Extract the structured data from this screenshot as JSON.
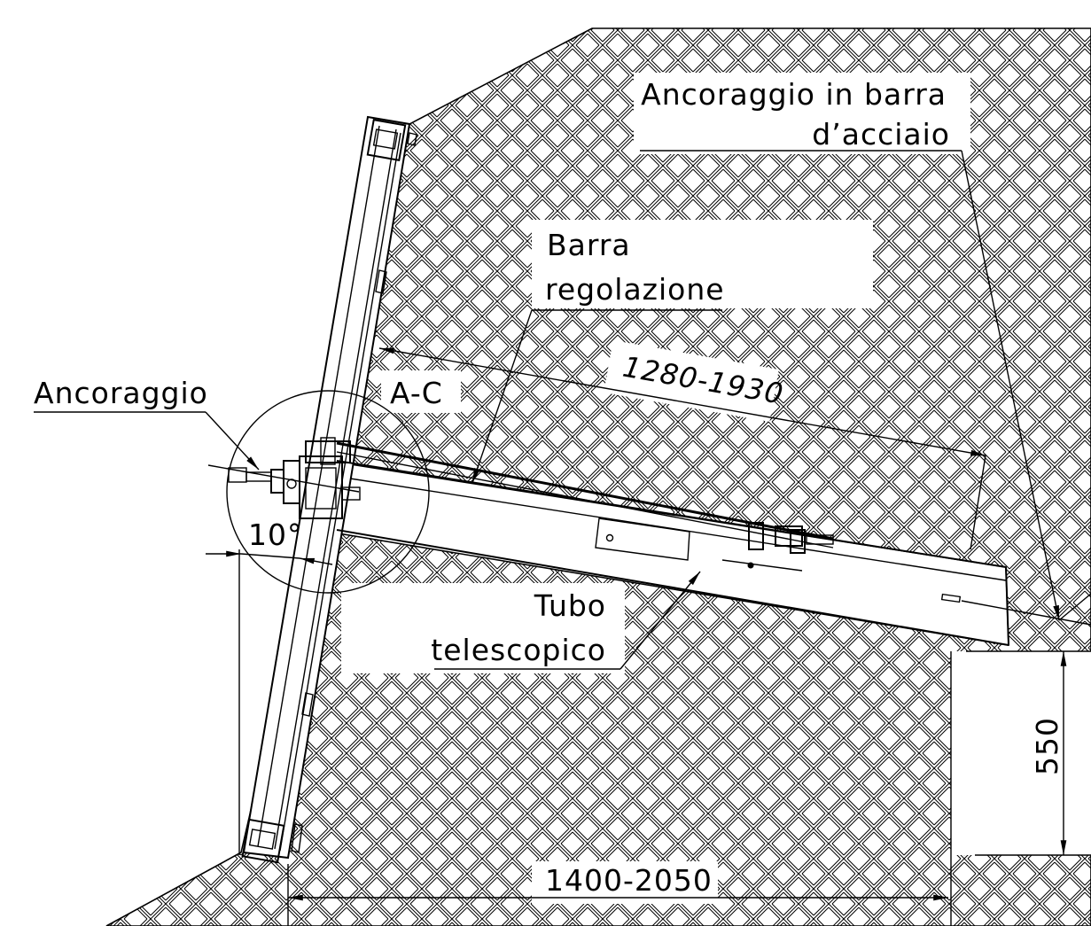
{
  "labels": {
    "anchor_bar_line1": "Ancoraggio in barra",
    "anchor_bar_line2": "d’acciaio",
    "adjust_bar_line1": "Barra",
    "adjust_bar_line2": "regolazione",
    "anchor": "Ancoraggio",
    "section": "A-C",
    "tube_line1": "Tubo",
    "tube_line2": "telescopico"
  },
  "dimensions": {
    "diagonal": "1280-1930",
    "horizontal": "1400-2050",
    "vertical": "550",
    "angle": "10°"
  },
  "colors": {
    "line": "#000000",
    "background": "#ffffff"
  }
}
